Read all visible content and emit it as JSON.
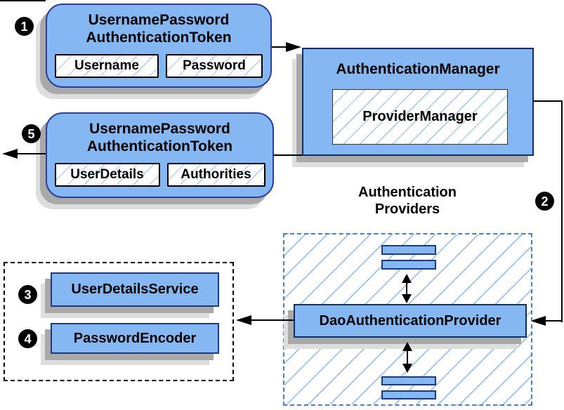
{
  "colors": {
    "background": "#ffffff",
    "node_fill": "#85b7f2",
    "rounded_border": "#2b3e9f",
    "rect_border": "#0e2e66",
    "field_border": "#000000",
    "hatch_line": "#a9cbf3",
    "dashed_border": "#4d7ec0",
    "shadow_dark": "#a9a9a9",
    "shadow_light": "#dedede",
    "connector": "#000000"
  },
  "steps": {
    "s1": "1",
    "s2": "2",
    "s3": "3",
    "s4": "4",
    "s5": "5"
  },
  "nodes": {
    "request_token": {
      "title_line1": "UsernamePassword",
      "title_line2": "AuthenticationToken",
      "field1": "Username",
      "field2": "Password"
    },
    "auth_manager": {
      "title": "AuthenticationManager",
      "inner": "ProviderManager"
    },
    "response_token": {
      "title_line1": "UsernamePassword",
      "title_line2": "AuthenticationToken",
      "field1": "UserDetails",
      "field2": "Authorities"
    },
    "providers": {
      "heading_line1": "Authentication",
      "heading_line2": "Providers",
      "dao": "DaoAuthenticationProvider"
    },
    "services": {
      "user_details_service": "UserDetailsService",
      "password_encoder": "PasswordEncoder"
    }
  }
}
